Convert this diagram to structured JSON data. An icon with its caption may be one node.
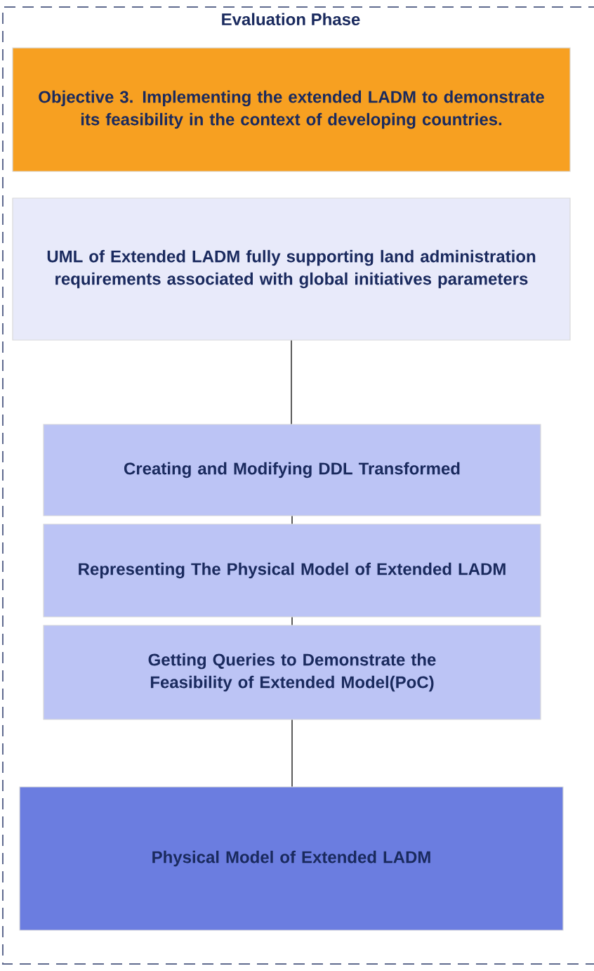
{
  "diagram": {
    "nodes": [
      {
        "text": [
          "Evaluation Phase"
        ]
      },
      {
        "text": [
          "Objective 3. Implementing the extended LADM to demonstrate its feasibility in the context of developing countries."
        ],
        "in": 0
      },
      {
        "text": [
          "UML of Extended LADM fully supporting land administration requirements associated with global initiatives parameters"
        ],
        "in": 0
      },
      {
        "text": [
          "Creating and Modifying DDL Transformed"
        ],
        "in": 0
      },
      {
        "text": [
          "Representing The Physical Model of Extended LADM"
        ],
        "in": 0
      },
      {
        "text": [
          "Getting Queries to Demonstrate the Feasibility of Extended Model(PoC)"
        ],
        "in": 0
      },
      {
        "text": [
          "Physical Model of Extended LADM"
        ],
        "in": 0
      }
    ],
    "edges": [
      {
        "from": 2,
        "to": 3,
        "arrow": "none"
      },
      {
        "from": 3,
        "to": 4,
        "arrow": "none"
      },
      {
        "from": 4,
        "to": 5,
        "arrow": "none"
      },
      {
        "from": 5,
        "to": 6,
        "arrow": "none"
      }
    ]
  }
}
